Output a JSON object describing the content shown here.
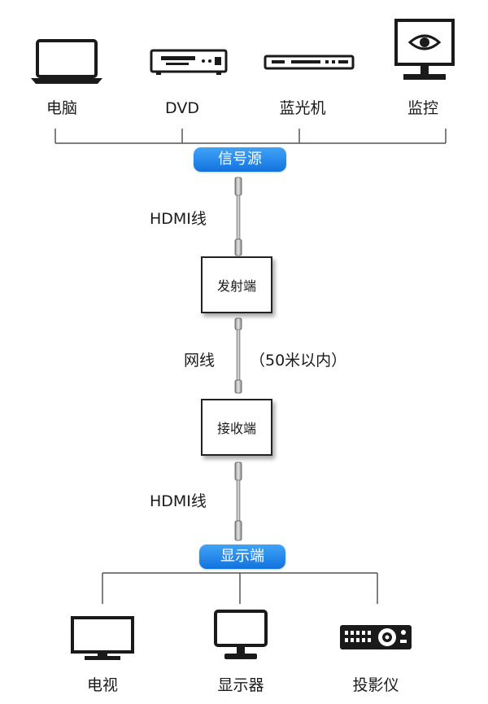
{
  "sources": [
    {
      "label": "电脑",
      "icon": "laptop-icon"
    },
    {
      "label": "DVD",
      "icon": "dvd-player-icon"
    },
    {
      "label": "蓝光机",
      "icon": "bluray-player-icon"
    },
    {
      "label": "监控",
      "icon": "surveillance-monitor-icon"
    }
  ],
  "signal_source": "信号源",
  "cable_top": "HDMI线",
  "transmitter": "发射端",
  "network_cable": "网线",
  "network_range": "（50米以内）",
  "receiver": "接收端",
  "cable_bottom": "HDMI线",
  "display_end": "显示端",
  "outputs": [
    {
      "label": "电视",
      "icon": "tv-icon"
    },
    {
      "label": "显示器",
      "icon": "desktop-monitor-icon"
    },
    {
      "label": "投影仪",
      "icon": "projector-icon"
    }
  ],
  "colors": {
    "pill": "#1d7fe6",
    "line": "#444444"
  }
}
